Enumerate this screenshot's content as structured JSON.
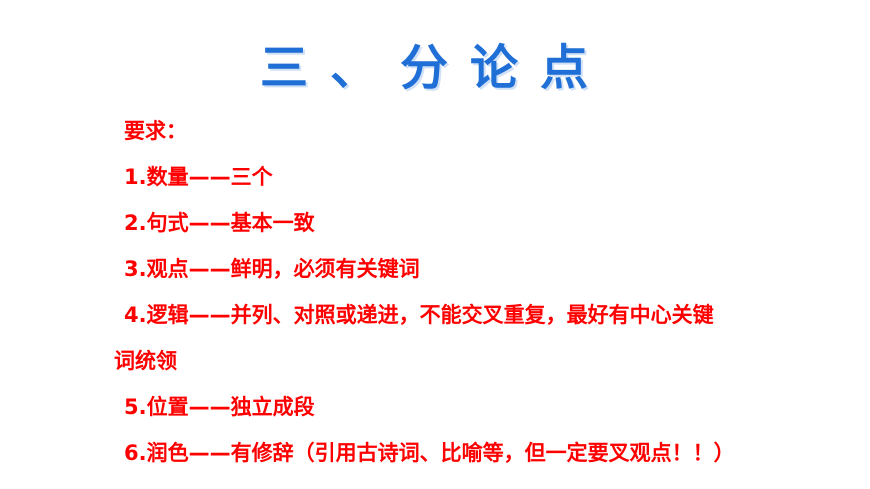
{
  "title": "三、分论点",
  "intro": "要求：",
  "items": [
    "1.数量——三个",
    "2.句式——基本一致",
    "3.观点——鲜明，必须有关键词",
    "4.逻辑——并列、对照或递进，不能交叉重复，最好有中心关键",
    "词统领",
    "5.位置——独立成段",
    "6.润色——有修辞（引用古诗词、比喻等，但一定要叉观点！！）"
  ],
  "colors": {
    "title": "#1f6fd6",
    "text": "#ff0000",
    "background": "#ffffff"
  }
}
